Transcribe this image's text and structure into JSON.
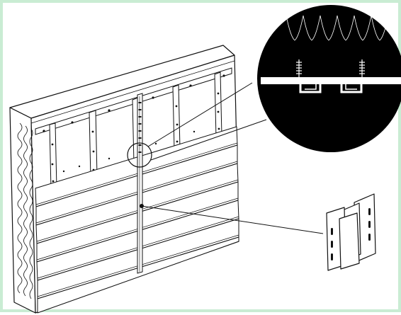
{
  "figure": {
    "frame_color": "#c9ecd3",
    "line_color": "#111111",
    "background_color": "#ffffff",
    "subject": "wall-cladding-installation",
    "components": [
      "building-wall-block",
      "vertical-furring-studs",
      "horizontal-siding-boards",
      "vertical-joint-trim",
      "joint-detail-magnifier",
      "h-joint-connector"
    ]
  }
}
